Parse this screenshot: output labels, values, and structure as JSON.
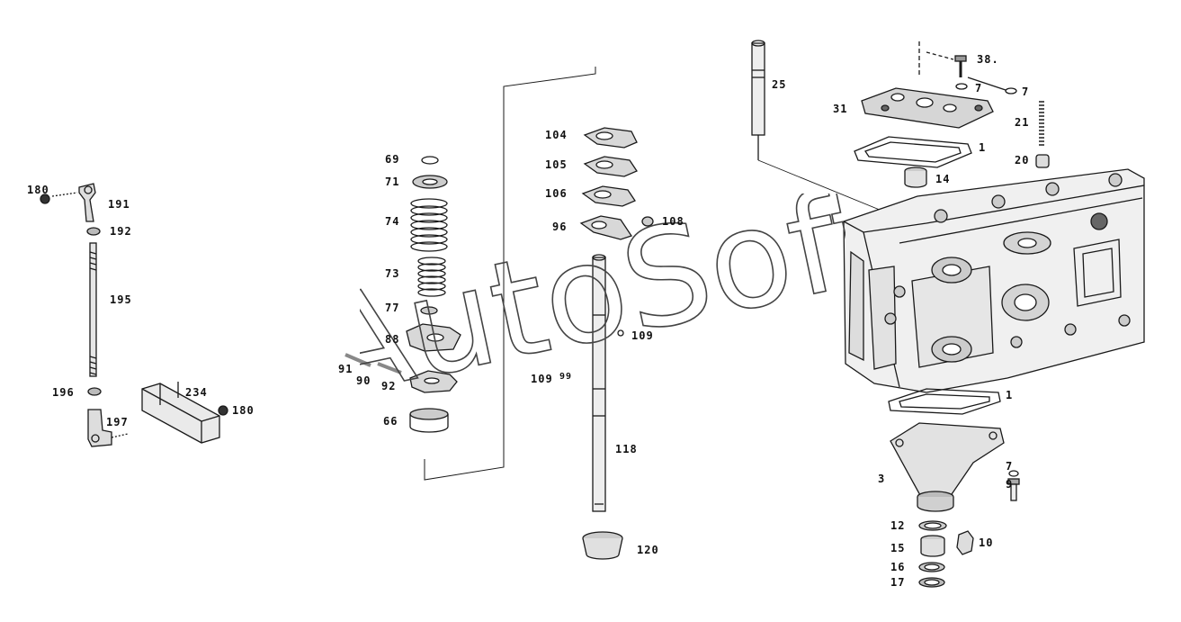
{
  "watermark": "AutoSoft",
  "colors": {
    "ink": "#1a1a1a",
    "shade": "#6e6e6e",
    "paper": "#ffffff"
  },
  "callouts": {
    "c180a": "180",
    "c191": "191",
    "c192": "192",
    "c195": "195",
    "c196": "196",
    "c197": "197",
    "c234": "234",
    "c180b": "180",
    "c69": "69",
    "c71": "71",
    "c74": "74",
    "c73": "73",
    "c77": "77",
    "c88": "88",
    "c91": "91",
    "c90": "90",
    "c92": "92",
    "c66": "66",
    "c104": "104",
    "c105": "105",
    "c106": "106",
    "c96": "96",
    "c108": "108",
    "c109a": "109",
    "c109b": "109",
    "c99": "99",
    "c118": "118",
    "c120": "120",
    "c25": "25",
    "c38": "38.",
    "c7a": "7",
    "c7b": "7",
    "c31": "31",
    "c21": "21",
    "c1a": "1",
    "c20": "20",
    "c14": "14",
    "c1b": "1",
    "c3": "3",
    "c7c": "7",
    "c9": "9",
    "c12": "12",
    "c15": "15",
    "c10": "10",
    "c16": "16",
    "c17": "17"
  }
}
